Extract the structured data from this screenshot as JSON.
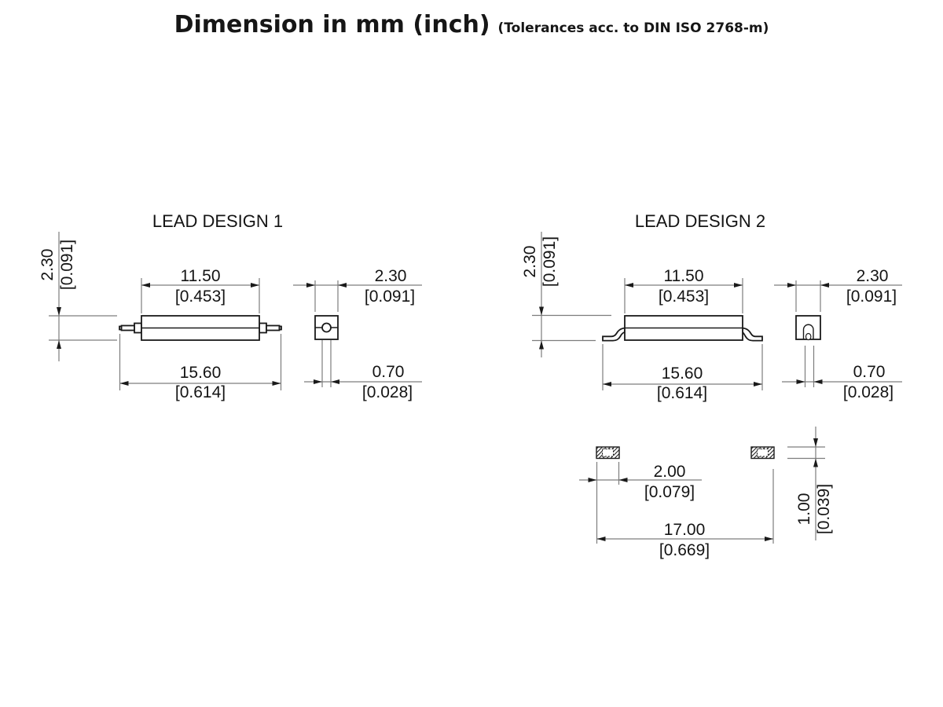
{
  "title": {
    "main": "Dimension in mm (inch)",
    "tolerance": "(Tolerances acc. to DIN ISO 2768-m)"
  },
  "design1": {
    "label": "LEAD DESIGN 1",
    "height": {
      "mm": "2.30",
      "inch": "[0.091]"
    },
    "body_length": {
      "mm": "11.50",
      "inch": "[0.453]"
    },
    "overall_length": {
      "mm": "15.60",
      "inch": "[0.614]"
    },
    "body_width": {
      "mm": "2.30",
      "inch": "[0.091]"
    },
    "lead_diameter": {
      "mm": "0.70",
      "inch": "[0.028]"
    }
  },
  "design2": {
    "label": "LEAD DESIGN 2",
    "height": {
      "mm": "2.30",
      "inch": "[0.091]"
    },
    "body_length": {
      "mm": "11.50",
      "inch": "[0.453]"
    },
    "overall_length": {
      "mm": "15.60",
      "inch": "[0.614]"
    },
    "body_width": {
      "mm": "2.30",
      "inch": "[0.091]"
    },
    "lead_width": {
      "mm": "0.70",
      "inch": "[0.028]"
    },
    "footprint": {
      "pad_length": {
        "mm": "2.00",
        "inch": "[0.079]"
      },
      "pad_span": {
        "mm": "17.00",
        "inch": "[0.669]"
      },
      "pad_width": {
        "mm": "1.00",
        "inch": "[0.039]"
      }
    }
  },
  "colors": {
    "line": "#1a1a1a",
    "dimension_line": "#7d7d7d",
    "background": "#ffffff"
  }
}
